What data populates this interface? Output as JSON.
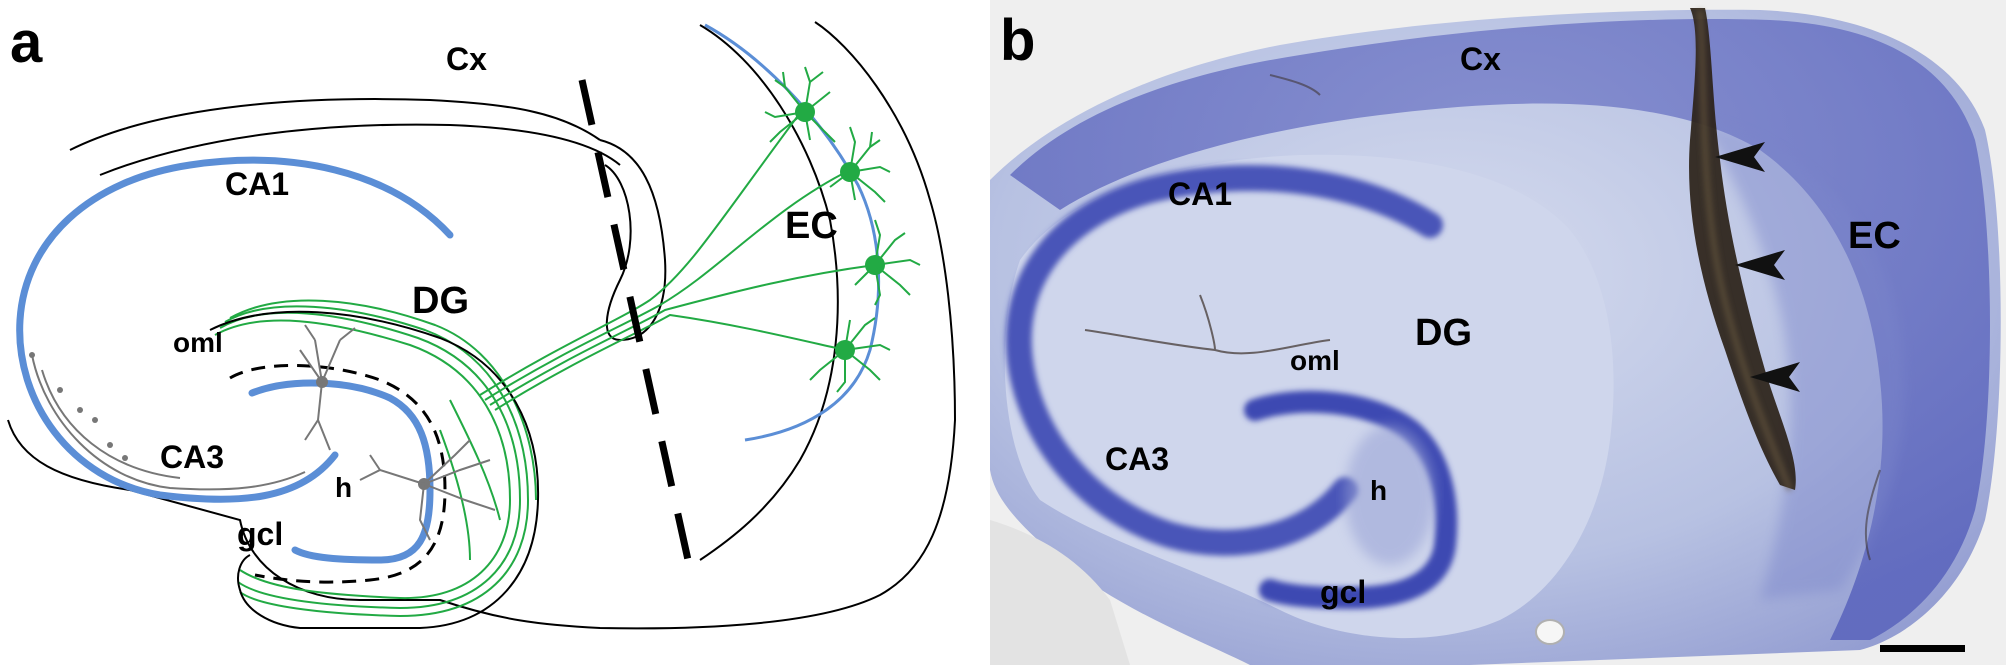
{
  "panels": [
    {
      "letter": "a",
      "kind": "schematic",
      "labels": {
        "cx": "Cx",
        "ca1": "CA1",
        "dg": "DG",
        "ec": "EC",
        "oml": "oml",
        "ca3": "CA3",
        "h": "h",
        "gcl": "gcl"
      }
    },
    {
      "letter": "b",
      "kind": "stained-section",
      "labels": {
        "cx": "Cx",
        "ca1": "CA1",
        "dg": "DG",
        "ec": "EC",
        "oml": "oml",
        "ca3": "CA3",
        "h": "h",
        "gcl": "gcl"
      }
    }
  ],
  "colors": {
    "pyramidal_layer": "#5b8ed6",
    "ec_fibers": "#22aa44",
    "grey_neurons": "#777777",
    "stain_light": "#c9d3ea",
    "stain_dark": "#4a55b8",
    "lesion": "#2b2218"
  }
}
